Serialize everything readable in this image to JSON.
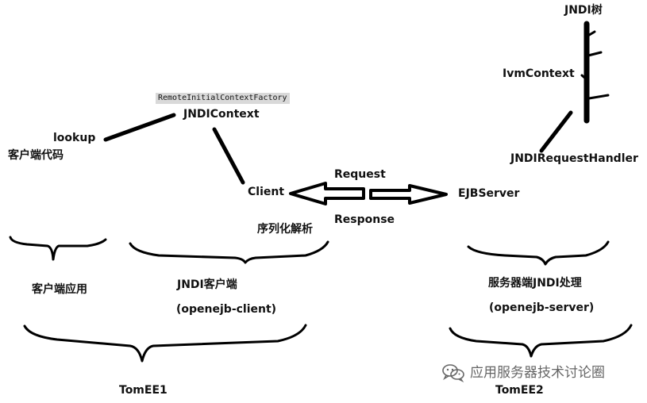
{
  "labels": {
    "jndi_tree": "JNDI树",
    "ivm_context": "IvmContext",
    "factory": "RemoteInitialContextFactory",
    "jndi_context": "JNDIContext",
    "lookup": "lookup",
    "client_code": "客户端代码",
    "jndi_request_handler": "JNDIRequestHandler",
    "request": "Request",
    "client": "Client",
    "ejb_server": "EJBServer",
    "response": "Response",
    "serialization": "序列化解析",
    "client_app": "客户端应用",
    "jndi_client": "JNDI客户端",
    "openejb_client": "(openejb-client)",
    "server_jndi": "服务器端JNDI处理",
    "openejb_server": "(openejb-server)",
    "tomee1": "TomEE1",
    "tomee2": "TomEE2"
  },
  "watermark": {
    "text": "应用服务器技术讨论圈",
    "icon": "wechat-icon"
  },
  "colors": {
    "ink": "#111111",
    "highlight": "#d9d9d9",
    "watermark": "#666666"
  }
}
